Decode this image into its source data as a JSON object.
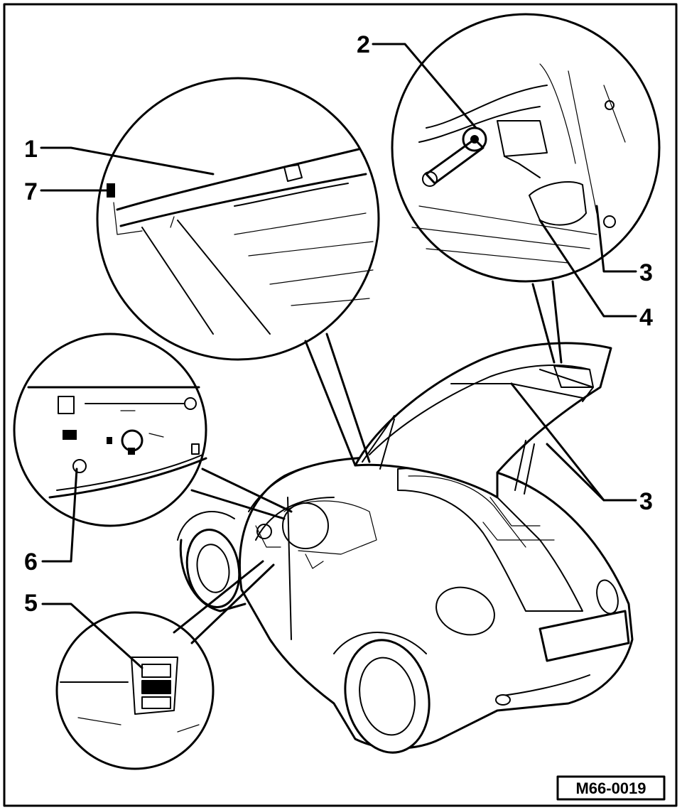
{
  "callouts": {
    "c1": "1",
    "c2": "2",
    "c3a": "3",
    "c3b": "3",
    "c4": "4",
    "c5": "5",
    "c6": "6",
    "c7": "7"
  },
  "reference_code": "M66-0019",
  "colors": {
    "ink": "#000000",
    "paper": "#ffffff"
  }
}
